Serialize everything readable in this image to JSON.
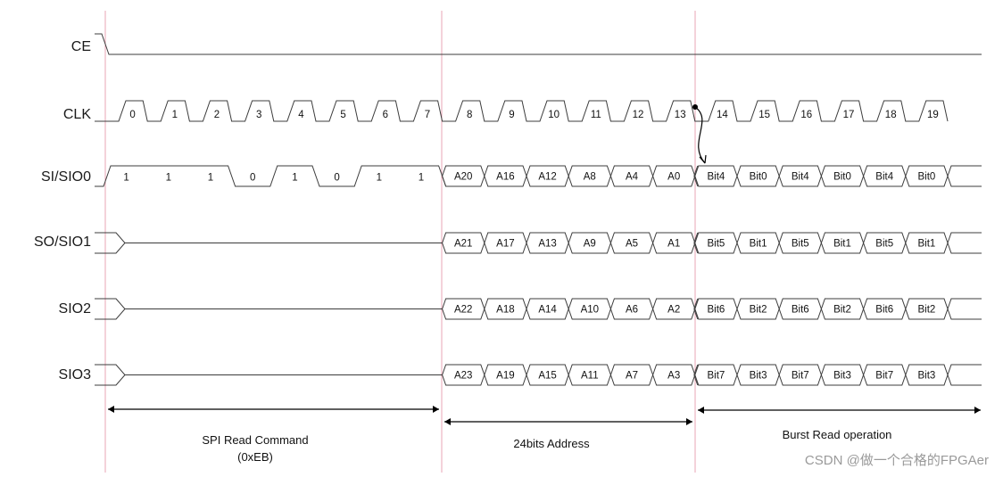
{
  "signals": [
    {
      "name": "CE",
      "label": "CE"
    },
    {
      "name": "CLK",
      "label": "CLK",
      "cycles": [
        "0",
        "1",
        "2",
        "3",
        "4",
        "5",
        "6",
        "7",
        "8",
        "9",
        "10",
        "11",
        "12",
        "13",
        "14",
        "15",
        "16",
        "17",
        "18",
        "19"
      ]
    },
    {
      "name": "SI/SIO0",
      "label": "SI/SIO0",
      "command_bits": [
        "1",
        "1",
        "1",
        "0",
        "1",
        "0",
        "1",
        "1"
      ],
      "address": [
        "A20",
        "A16",
        "A12",
        "A8",
        "A4",
        "A0"
      ],
      "data": [
        "Bit4",
        "Bit0",
        "Bit4",
        "Bit0",
        "Bit4",
        "Bit0"
      ]
    },
    {
      "name": "SO/SIO1",
      "label": "SO/SIO1",
      "address": [
        "A21",
        "A17",
        "A13",
        "A9",
        "A5",
        "A1"
      ],
      "data": [
        "Bit5",
        "Bit1",
        "Bit5",
        "Bit1",
        "Bit5",
        "Bit1"
      ]
    },
    {
      "name": "SIO2",
      "label": "SIO2",
      "address": [
        "A22",
        "A18",
        "A14",
        "A10",
        "A6",
        "A2"
      ],
      "data": [
        "Bit6",
        "Bit2",
        "Bit6",
        "Bit2",
        "Bit6",
        "Bit2"
      ]
    },
    {
      "name": "SIO3",
      "label": "SIO3",
      "address": [
        "A23",
        "A19",
        "A15",
        "A11",
        "A7",
        "A3"
      ],
      "data": [
        "Bit7",
        "Bit3",
        "Bit7",
        "Bit3",
        "Bit7",
        "Bit3"
      ]
    }
  ],
  "phases": [
    {
      "label_line1": "SPI Read Command",
      "label_line2": "(0xEB)"
    },
    {
      "label_line1": "24bits Address",
      "label_line2": ""
    },
    {
      "label_line1": "Burst Read operation",
      "label_line2": ""
    }
  ],
  "watermark": "CSDN @做一个合格的FPGAer"
}
